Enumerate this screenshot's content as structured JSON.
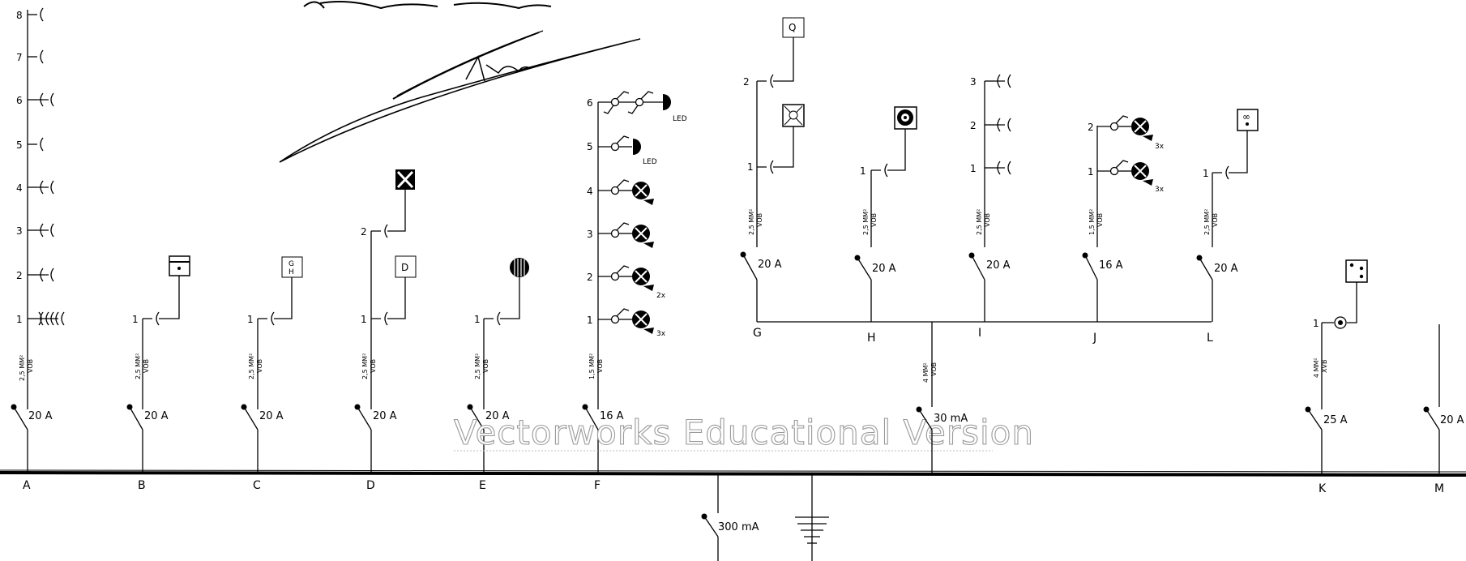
{
  "circuits": [
    {
      "id": "A",
      "breaker": "20 A",
      "cable": [
        "2,5 MM²",
        "VOB"
      ],
      "rows": [
        "1",
        "2",
        "3",
        "4",
        "5",
        "6",
        "7",
        "8"
      ]
    },
    {
      "id": "B",
      "breaker": "20 A",
      "cable": [
        "2,5 MM²",
        "VOB"
      ],
      "rows": [
        "1"
      ]
    },
    {
      "id": "C",
      "breaker": "20 A",
      "cable": [
        "2,5 MM²",
        "VOB"
      ],
      "rows": [
        "1"
      ],
      "device_text": [
        "G",
        "H"
      ]
    },
    {
      "id": "D",
      "breaker": "20 A",
      "cable": [
        "2,5 MM²",
        "VOB"
      ],
      "rows": [
        "1",
        "2"
      ],
      "device_text": [
        "D"
      ]
    },
    {
      "id": "E",
      "breaker": "20 A",
      "cable": [
        "2,5 MM²",
        "VOB"
      ],
      "rows": [
        "1"
      ]
    },
    {
      "id": "F",
      "breaker": "16 A",
      "cable": [
        "1,5 MM²",
        "VOB"
      ],
      "rows": [
        "1",
        "2",
        "3",
        "4",
        "5",
        "6"
      ],
      "notes": [
        "3x",
        "2x",
        "LED",
        "LED"
      ]
    },
    {
      "id": "G",
      "breaker": "20 A",
      "cable": [
        "2,5 MM²",
        "VOB"
      ],
      "rows": [
        "1",
        "2"
      ],
      "device_text": [
        "Q"
      ]
    },
    {
      "id": "H",
      "breaker": "20 A",
      "cable": [
        "2,5 MM²",
        "VOB"
      ],
      "rows": [
        "1"
      ]
    },
    {
      "id": "I",
      "breaker": "20 A",
      "cable": [
        "2,5 MM²",
        "VOB"
      ],
      "rows": [
        "1",
        "2",
        "3"
      ]
    },
    {
      "id": "J",
      "breaker": "16 A",
      "cable": [
        "1,5 MM²",
        "VOB"
      ],
      "rows": [
        "1",
        "2"
      ],
      "notes": [
        "3x",
        "3x"
      ]
    },
    {
      "id": "L",
      "breaker": "20 A",
      "cable": [
        "2,5 MM²",
        "VOB"
      ],
      "rows": [
        "1"
      ]
    },
    {
      "id": "K",
      "breaker": "25 A",
      "cable": [
        "4 MM²",
        "XVB"
      ],
      "rows": [
        "1"
      ]
    },
    {
      "id": "M",
      "breaker": "20 A"
    }
  ],
  "sub_rcd": {
    "breaker": "30 mA",
    "cable": [
      "4 MM²",
      "VOB"
    ]
  },
  "main_rcd": {
    "breaker": "300 mA"
  },
  "watermark": "Vectorworks Educational Version"
}
